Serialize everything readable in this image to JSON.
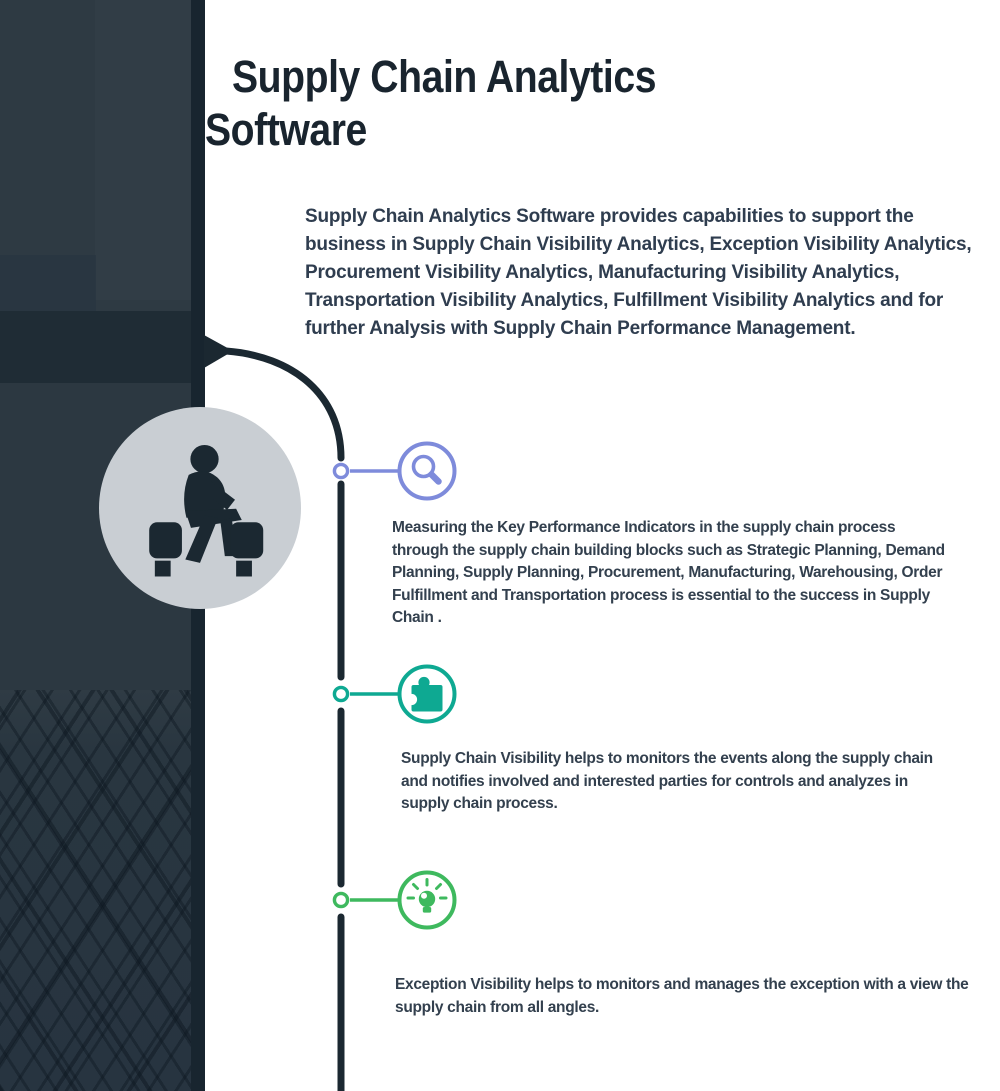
{
  "header": {
    "title_lines": [
      "Supply Chain Analytics",
      "Software"
    ]
  },
  "intro": {
    "text": "Supply Chain Analytics Software provides capabilities to support the business in Supply Chain Visibility Analytics, Exception Visibility Analytics, Procurement Visibility Analytics, Manufacturing Visibility Analytics, Transportation Visibility Analytics, Fulfillment Visibility Analytics and for further Analysis with Supply Chain Performance Management."
  },
  "figure": {
    "icon": "person-sitting-icon",
    "circle_color": "#c9ced3"
  },
  "timeline": {
    "items": [
      {
        "icon": "magnifier-icon",
        "accent": "#7e8bdb",
        "text": "Measuring the Key Performance Indicators in the supply chain process through the supply chain building blocks such as Strategic Planning, Demand Planning, Supply Planning, Procurement, Manufacturing, Warehousing, Order Fulfillment and Transportation process is essential to the success in Supply Chain ."
      },
      {
        "icon": "puzzle-icon",
        "accent": "#0ea992",
        "text": "Supply Chain Visibility helps to monitors the events along the supply chain and notifies involved and interested parties for controls and analyzes in supply chain process."
      },
      {
        "icon": "lightbulb-icon",
        "accent": "#3eb95e",
        "text": "Exception Visibility helps to monitors and manages the exception with a view the supply chain from all angles."
      }
    ]
  },
  "colors": {
    "timeline_ink": "#1b2831",
    "title": "#19242e",
    "body_text": "#2f3d4f",
    "sidebar": "#2e3a43",
    "sidebar_band": "#1f2c35",
    "sidebar_edge": "#18252f",
    "purple": "#7e8bdb",
    "teal": "#0ea992",
    "green": "#3eb95e"
  }
}
